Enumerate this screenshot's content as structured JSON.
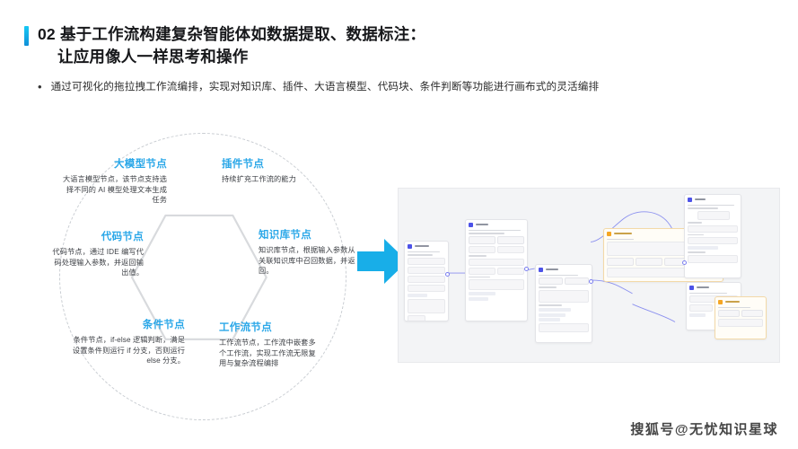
{
  "slide": {
    "number": "02",
    "title_line1": "基于工作流构建复杂智能体如数据提取、数据标注：",
    "title_line2": "让应用像人一样思考和操作",
    "accent_color": "#17c9f5"
  },
  "bullet": {
    "marker": "•",
    "text": "通过可视化的拖拉拽工作流编排，实现对知识库、插件、大语言模型、代码块、条件判断等功能进行画布式的灵活编排"
  },
  "diagram": {
    "shape": "hexagon",
    "ring_style": "dashed-circle",
    "node_title_color": "#2aa7e8",
    "nodes": [
      {
        "id": "llm",
        "title": "大模型节点",
        "desc": "大语言模型节点，该节点支持选择不同的 AI 模型处理文本生成任务",
        "align": "right"
      },
      {
        "id": "plugin",
        "title": "插件节点",
        "desc": "持续扩充工作流的能力",
        "align": "left"
      },
      {
        "id": "knowledge-base",
        "title": "知识库节点",
        "desc": "知识库节点，根据输入参数从关联知识库中召回数据，并返回。",
        "align": "left"
      },
      {
        "id": "code",
        "title": "代码节点",
        "desc": "代码节点，通过 IDE 编写代码处理输入参数，并返回输出值。",
        "align": "right"
      },
      {
        "id": "condition",
        "title": "条件节点",
        "desc": "条件节点，if-else 逻辑判断，满足设置条件则运行 if 分支，否则运行 else 分支。",
        "align": "right"
      },
      {
        "id": "workflow",
        "title": "工作流节点",
        "desc": "工作流节点，工作流中嵌套多个工作流，实现工作流无限复用与复杂流程编排",
        "align": "left"
      }
    ]
  },
  "arrow": {
    "direction": "right",
    "color": "#18aee8"
  },
  "screenshot": {
    "caption": "",
    "background": "#f3f4f6",
    "description": "工作流编排画布截图"
  },
  "watermark": {
    "text": "搜狐号@无忧知识星球"
  }
}
